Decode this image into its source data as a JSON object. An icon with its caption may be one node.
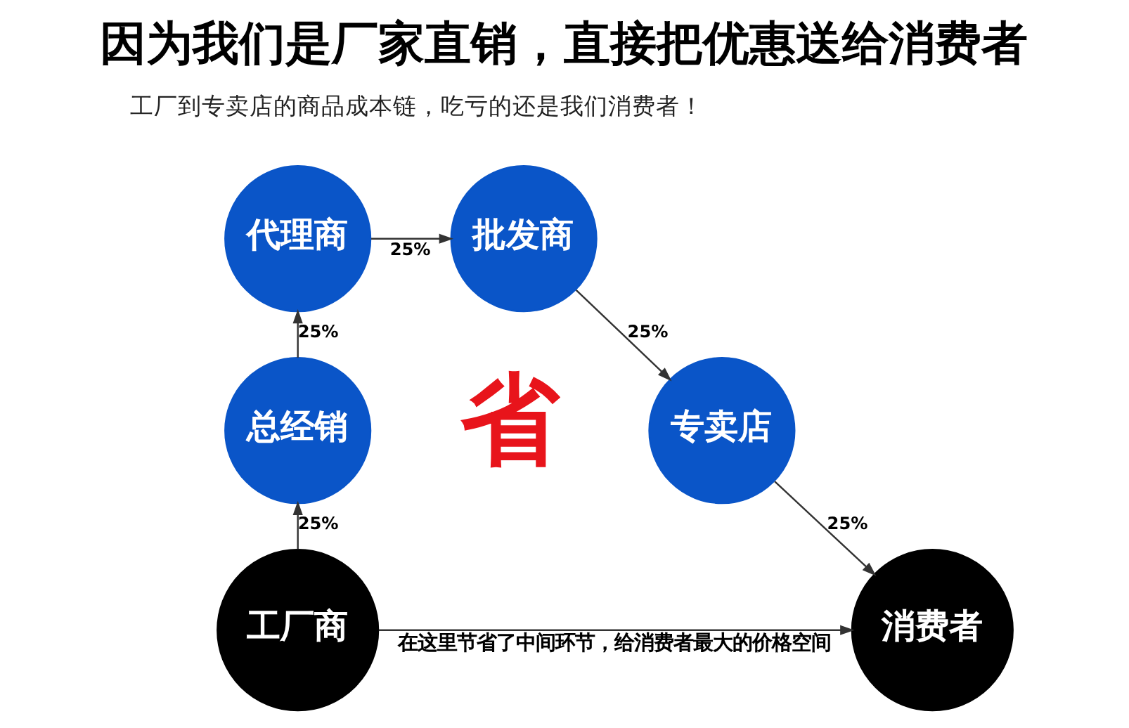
{
  "diagram": {
    "title": "因为我们是厂家直销，直接把优惠送给消费者",
    "nodes": [
      {
        "text": [
          "工厂商"
        ]
      },
      {
        "text": [
          "总经销"
        ]
      },
      {
        "text": [
          "代理商"
        ]
      },
      {
        "text": [
          "批发商"
        ]
      },
      {
        "text": [
          "专卖店"
        ]
      },
      {
        "text": [
          "消费者"
        ]
      }
    ],
    "edges": [
      {
        "from": 0,
        "to": 1,
        "arrow": "to",
        "label": "25%"
      },
      {
        "from": 1,
        "to": 2,
        "arrow": "to",
        "label": "25%"
      },
      {
        "from": 2,
        "to": 3,
        "arrow": "to",
        "label": "25%"
      },
      {
        "from": 3,
        "to": 4,
        "arrow": "to",
        "label": "25%"
      },
      {
        "from": 4,
        "to": 5,
        "arrow": "to",
        "label": "25%"
      },
      {
        "from": 0,
        "to": 5,
        "arrow": "to",
        "label": "在这里节省了中间环节，给消费者最大的价格空间"
      }
    ],
    "labels": [
      "工厂到专卖店的商品成本链，吃亏的还是我们消费者！",
      "省"
    ]
  }
}
